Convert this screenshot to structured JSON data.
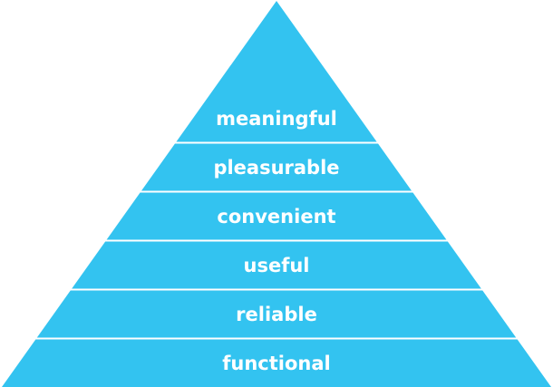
{
  "colors": {
    "pyramid_fill": "#33c3f0",
    "divider": "#ffffff",
    "label_text": "#ffffff"
  },
  "layers": [
    {
      "label": "meaningful"
    },
    {
      "label": "pleasurable"
    },
    {
      "label": "convenient"
    },
    {
      "label": "useful"
    },
    {
      "label": "reliable"
    },
    {
      "label": "functional"
    }
  ]
}
